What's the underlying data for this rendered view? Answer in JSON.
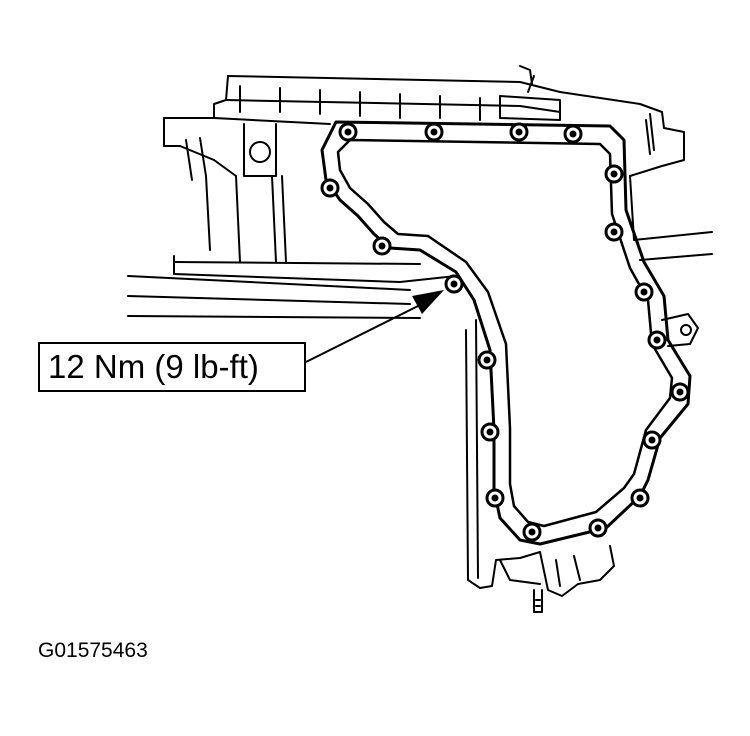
{
  "callout": {
    "text": "12 Nm (9 lb-ft)"
  },
  "figure": {
    "id": "G01575463"
  },
  "diagram": {
    "ink_color": "#000000",
    "background": "#ffffff",
    "bolt_count": 18
  }
}
